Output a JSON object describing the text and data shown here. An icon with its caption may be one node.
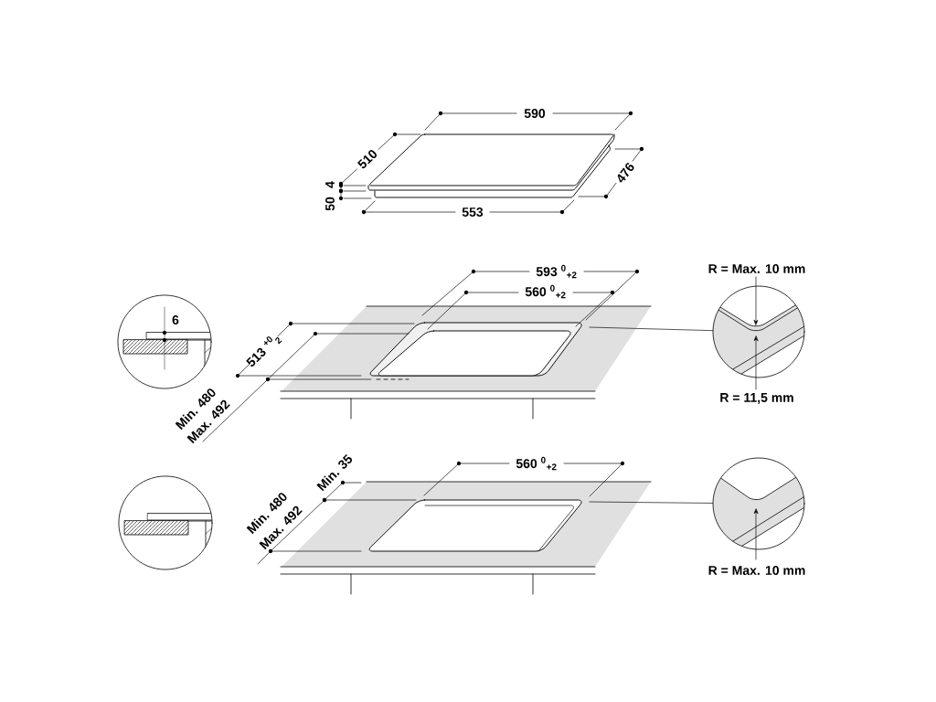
{
  "diagram": {
    "nodes": [
      {
        "text": [],
        "shape": "picture"
      },
      {
        "text": [],
        "shape": "circle",
        "beside": [
          "R = Max. 10 mm",
          "R = 11,5 mm"
        ]
      },
      {
        "text": [],
        "shape": "picture"
      },
      {
        "text": [],
        "shape": "circle",
        "beside": [
          "R = Max. 10 mm"
        ]
      }
    ],
    "edges": [
      {
        "from": 1,
        "to": 0,
        "arrow": "none"
      },
      {
        "from": 3,
        "to": 2,
        "arrow": "none"
      }
    ],
    "labels": [
      "590",
      "510",
      "4",
      "50",
      "553",
      "476",
      "593 $^{0}$$_{+2}$",
      "560 $^{0}$$_{+2}$",
      "6",
      "513 $^{+0}$$_{2}$",
      "Min. 480",
      "Max. 492",
      "560 $^{0}$$_{+2}$",
      "Min. 35",
      "Min. 480",
      "Max. 492"
    ]
  }
}
